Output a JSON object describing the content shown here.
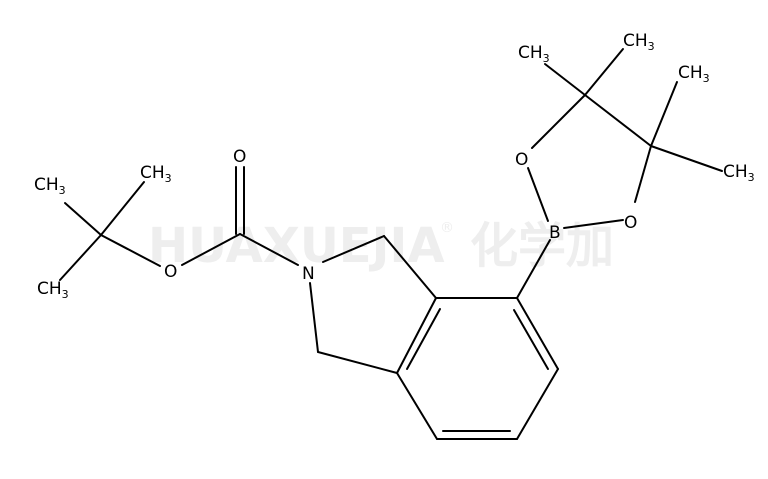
{
  "watermark": {
    "latin": "HUAXUEJIA",
    "registered": "®",
    "cjk": "化学加"
  },
  "atoms": {
    "tbu_ch3_top": {
      "main": "CH",
      "sub": "3"
    },
    "tbu_ch3_left": {
      "main": "CH",
      "sub": "3"
    },
    "tbu_ch3_bottom": {
      "main": "CH",
      "sub": "3"
    },
    "ester_o": "O",
    "carbonyl_o": "O",
    "nitrogen": "N",
    "boron": "B",
    "ring_o_left": "O",
    "ring_o_right": "O",
    "pin_ch3_1": {
      "main": "CH",
      "sub": "3"
    },
    "pin_ch3_2": {
      "main": "CH",
      "sub": "3"
    },
    "pin_ch3_3": {
      "main": "CH",
      "sub": "3"
    },
    "pin_ch3_4": {
      "main": "CH",
      "sub": "3"
    }
  },
  "colors": {
    "bond": "#000000",
    "text": "#000000",
    "watermark": "#eeeeee",
    "background": "#ffffff"
  }
}
